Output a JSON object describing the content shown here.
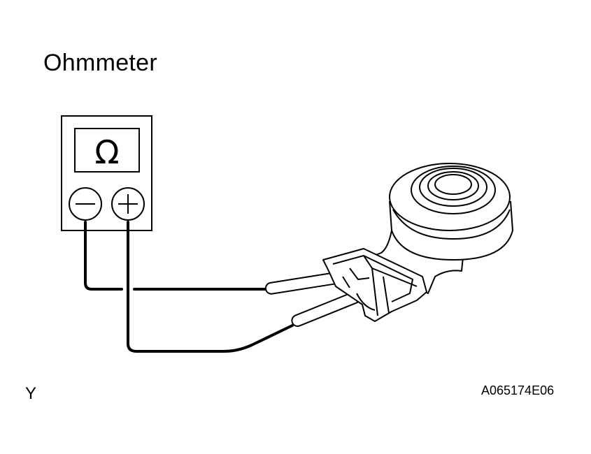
{
  "title": "Ohmmeter",
  "meter": {
    "display_symbol": "Ω",
    "terminals": [
      {
        "polarity": "negative",
        "symbol": "−"
      },
      {
        "polarity": "positive",
        "symbol": "+"
      }
    ]
  },
  "corner_label": "Y",
  "figure_code": "A065174E06",
  "colors": {
    "line": "#000000",
    "background": "#ffffff"
  }
}
